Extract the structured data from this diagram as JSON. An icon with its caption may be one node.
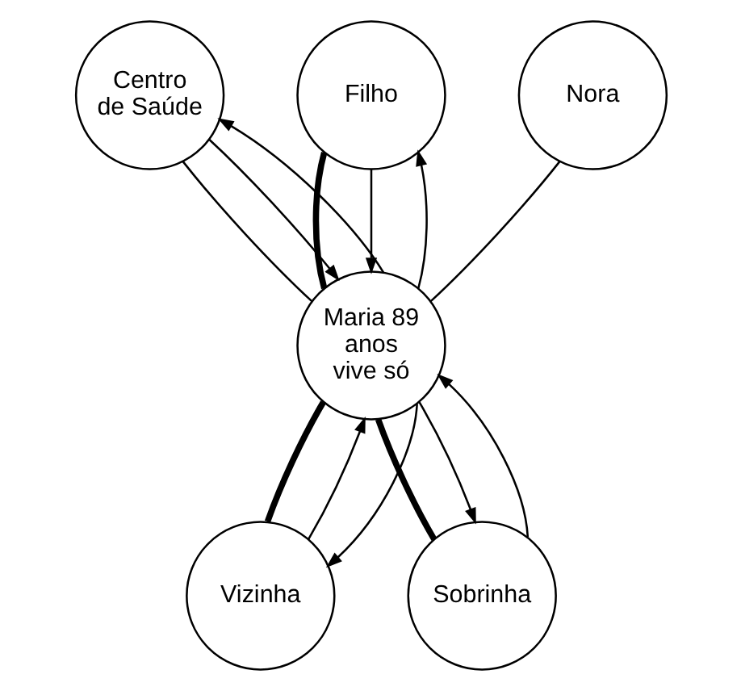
{
  "diagram": {
    "nodes": [
      {
        "text": [
          "Centro de Saúde"
        ]
      },
      {
        "text": [
          "Filho"
        ]
      },
      {
        "text": [
          "Nora"
        ]
      },
      {
        "text": [
          "Maria 89 anos vive só"
        ]
      },
      {
        "text": [
          "Vizinha"
        ]
      },
      {
        "text": [
          "Sobrinha"
        ]
      }
    ],
    "edges": [
      {
        "from": 0,
        "to": 3,
        "arrow": "none"
      },
      {
        "from": 0,
        "to": 3,
        "arrow": "to"
      },
      {
        "from": 3,
        "to": 0,
        "arrow": "to"
      },
      {
        "from": 1,
        "to": 3,
        "arrow": "none",
        "style": "thick"
      },
      {
        "from": 1,
        "to": 3,
        "arrow": "to"
      },
      {
        "from": 3,
        "to": 1,
        "arrow": "to"
      },
      {
        "from": 2,
        "to": 3,
        "arrow": "none"
      },
      {
        "from": 4,
        "to": 3,
        "arrow": "none",
        "style": "thick"
      },
      {
        "from": 4,
        "to": 3,
        "arrow": "to"
      },
      {
        "from": 3,
        "to": 4,
        "arrow": "to"
      },
      {
        "from": 5,
        "to": 3,
        "arrow": "none",
        "style": "thick"
      },
      {
        "from": 3,
        "to": 5,
        "arrow": "to"
      },
      {
        "from": 5,
        "to": 3,
        "arrow": "to"
      }
    ]
  }
}
